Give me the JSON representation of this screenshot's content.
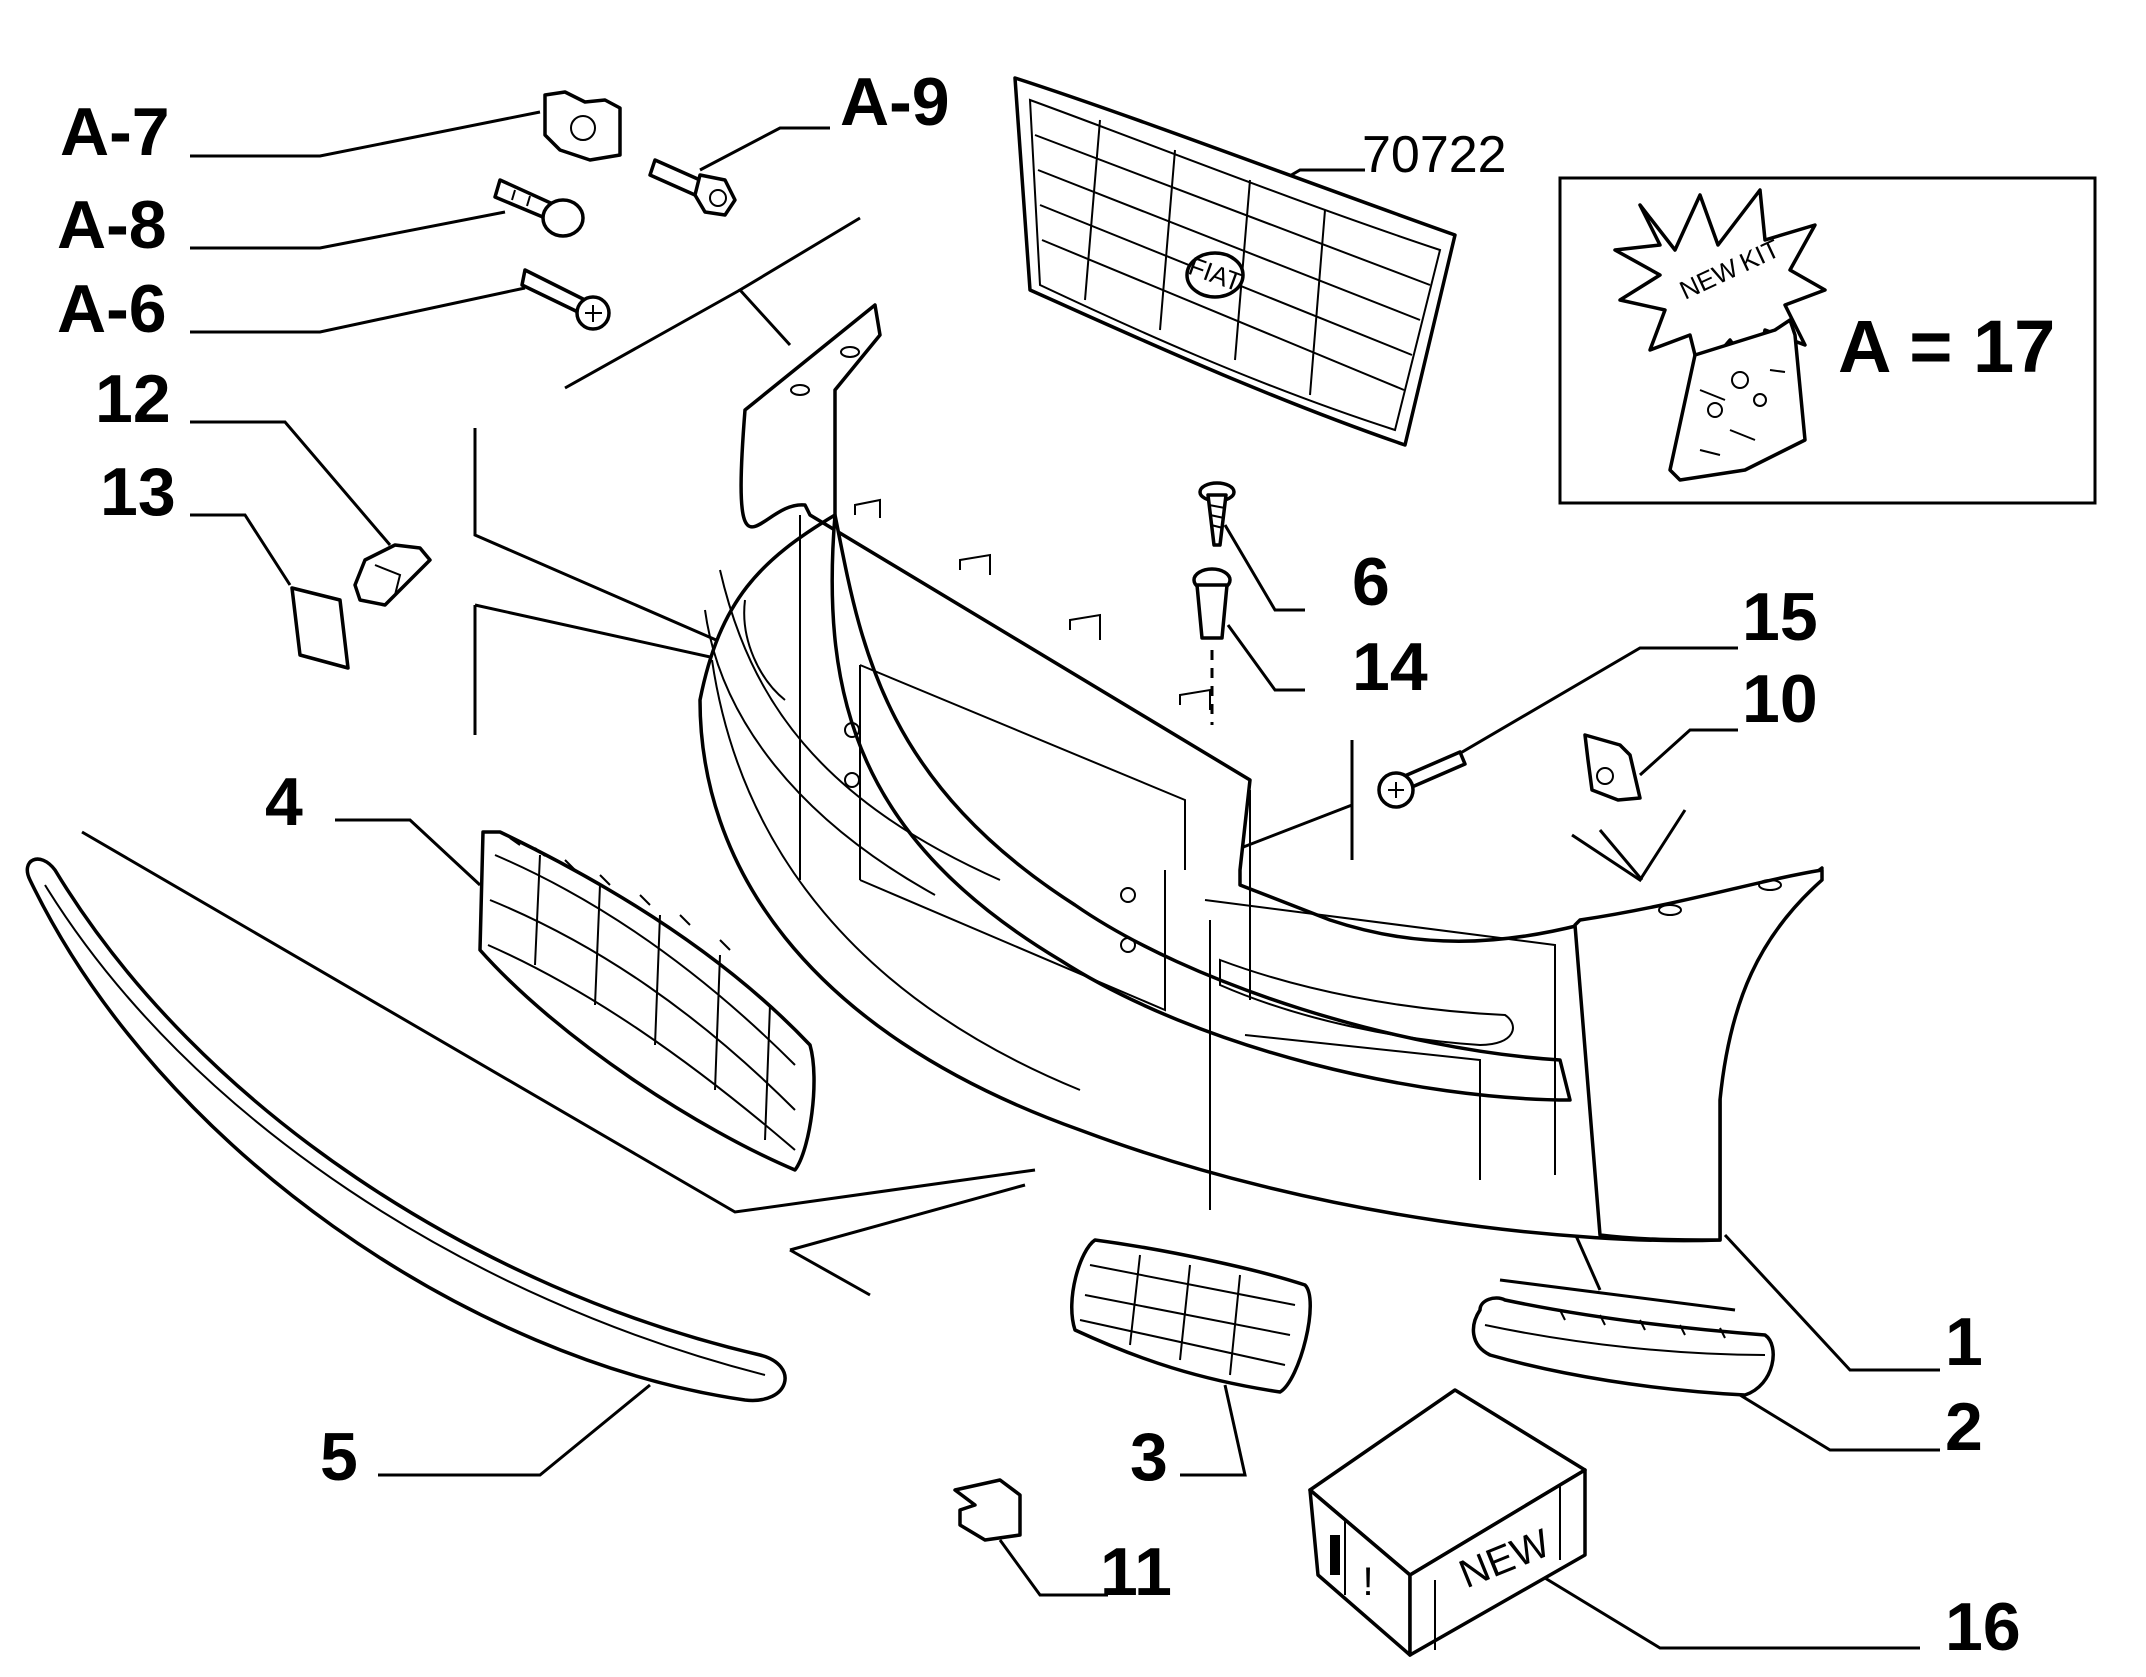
{
  "callouts": {
    "a7": "A-7",
    "a8": "A-8",
    "a6": "A-6",
    "a9": "A-9",
    "c12": "12",
    "c13": "13",
    "c4": "4",
    "c5": "5",
    "c6": "6",
    "c14": "14",
    "c15": "15",
    "c10": "10",
    "c1": "1",
    "c2": "2",
    "c3": "3",
    "c11": "11",
    "c16": "16",
    "grille": "70722"
  },
  "kit_box": {
    "burst_word1": "NEW",
    "burst_word2": "KIT",
    "equation": "A = 17"
  },
  "new_box": {
    "label": "NEW",
    "warning": "!"
  },
  "grille_logo": "FIAT"
}
